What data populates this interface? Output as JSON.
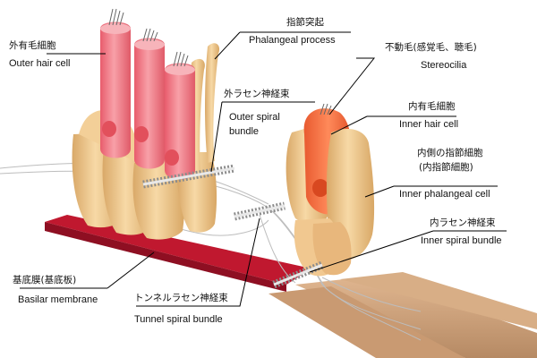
{
  "labels": {
    "outer_hair_cell": {
      "ja": "外有毛細胞",
      "en": "Outer hair cell"
    },
    "phalangeal_process": {
      "ja": "指節突起",
      "en": "Phalangeal process"
    },
    "stereocilia": {
      "ja": "不動毛(感覚毛、聴毛)",
      "en": "Stereocilia"
    },
    "outer_spiral_bundle": {
      "ja": "外ラセン神経束",
      "en_line1": "Outer spiral",
      "en_line2": "bundle"
    },
    "inner_hair_cell": {
      "ja": "内有毛細胞",
      "en": "Inner hair cell"
    },
    "inner_phalangeal_cell": {
      "ja_line1": "内側の指節細胞",
      "ja_line2": "(内指節細胞)",
      "en": "Inner phalangeal cell"
    },
    "inner_spiral_bundle": {
      "ja": "内ラセン神経束",
      "en": "Inner spiral bundle"
    },
    "basilar_membrane": {
      "ja": "基底膜(基底板)",
      "en": "Basilar membrane"
    },
    "tunnel_spiral_bundle": {
      "ja": "トンネルラセン神経束",
      "en": "Tunnel spiral bundle"
    }
  },
  "colors": {
    "support_cell": "#f2c88a",
    "hair_cell_outer": "#f07a86",
    "hair_cell_inner": "#f06a4a",
    "basilar_membrane": "#b3142c",
    "nerve_fiber": "#c8c8c8",
    "leader_line": "#000000"
  }
}
